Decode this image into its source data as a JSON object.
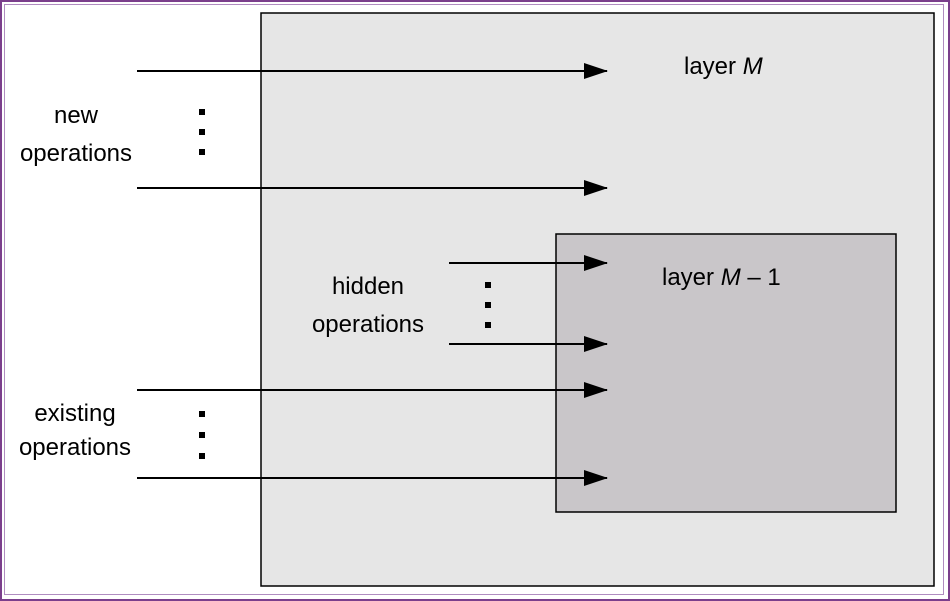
{
  "colors": {
    "border": "#7b3f8c",
    "layer_m_fill": "#e6e6e6",
    "layer_m1_fill": "#c9c6c9",
    "line": "#000000"
  },
  "layer_m": {
    "prefix": "layer ",
    "var": "M"
  },
  "layer_m1": {
    "prefix": "layer ",
    "var": "M",
    "suffix": " – 1"
  },
  "labels": {
    "new_line1": "new",
    "new_line2": "operations",
    "hidden_line1": "hidden",
    "hidden_line2": "operations",
    "existing_line1": "existing",
    "existing_line2": "operations"
  }
}
